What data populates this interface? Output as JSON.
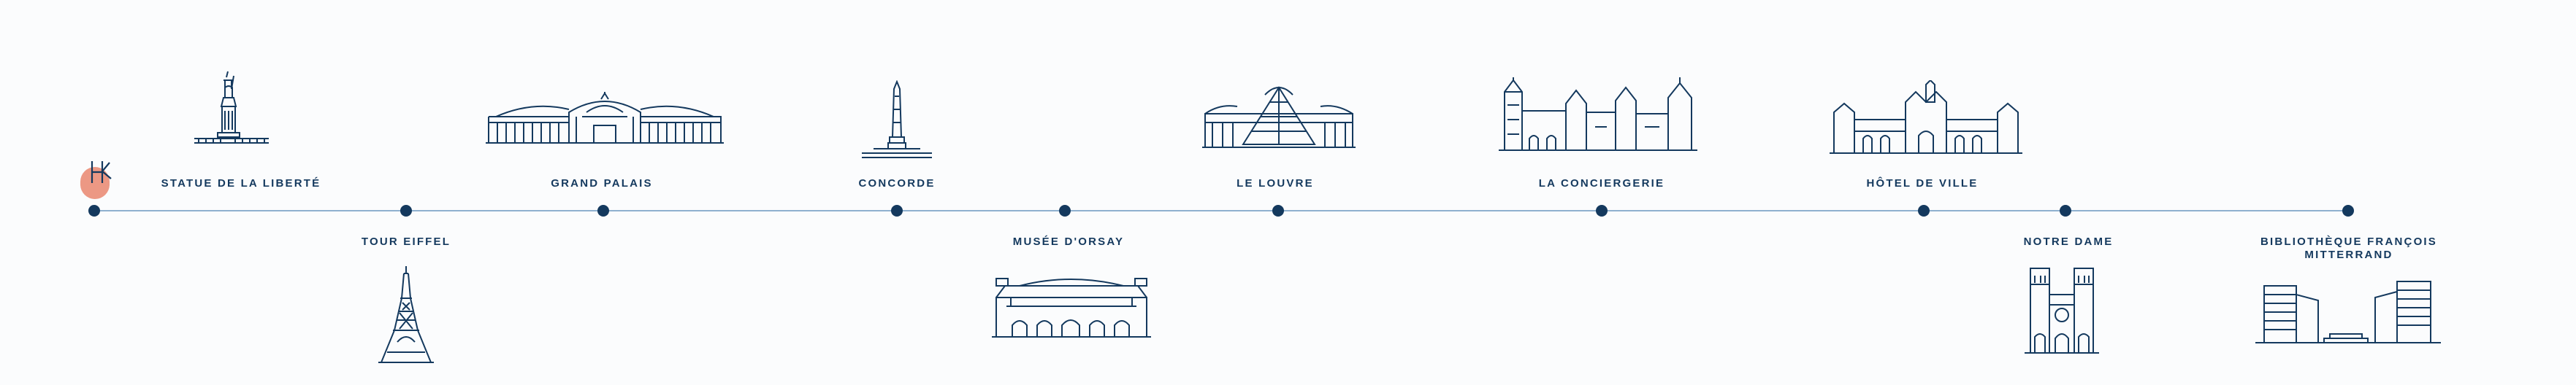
{
  "colors": {
    "ink": "#14395e",
    "line": "#8fb0cf",
    "logo_accent": "#e9866f",
    "background": "#fbfcfd"
  },
  "logo": {
    "icon": "hk-logo-icon",
    "text": "HK"
  },
  "timeline": {
    "items": [
      {
        "label": "STATUE DE LA LIBERTÉ",
        "position": "above",
        "icon": "statue-of-liberty-icon"
      },
      {
        "label": "TOUR EIFFEL",
        "position": "below",
        "icon": "eiffel-tower-icon"
      },
      {
        "label": "GRAND PALAIS",
        "position": "above",
        "icon": "grand-palais-icon"
      },
      {
        "label": "CONCORDE",
        "position": "above",
        "icon": "concorde-obelisk-icon"
      },
      {
        "label": "MUSÉE D'ORSAY",
        "position": "below",
        "icon": "musee-dorsay-icon"
      },
      {
        "label": "LE LOUVRE",
        "position": "above",
        "icon": "louvre-icon"
      },
      {
        "label": "LA CONCIERGERIE",
        "position": "above",
        "icon": "conciergerie-icon"
      },
      {
        "label": "HÔTEL DE VILLE",
        "position": "above",
        "icon": "hotel-de-ville-icon"
      },
      {
        "label": "NOTRE DAME",
        "position": "below",
        "icon": "notre-dame-icon"
      },
      {
        "label": "BIBLIOTHÈQUE FRANÇOIS MITTERRAND",
        "position": "below",
        "icon": "bibliotheque-icon"
      }
    ]
  }
}
